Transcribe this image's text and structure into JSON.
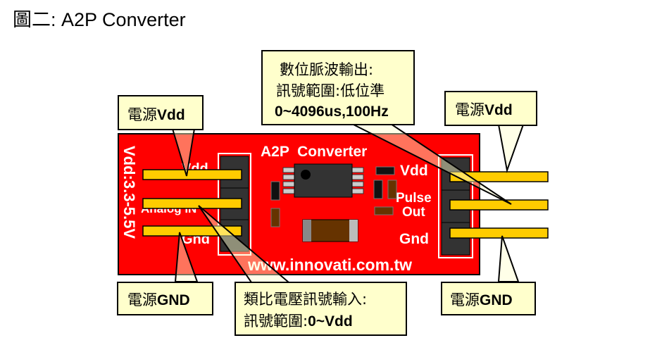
{
  "title": "圖二: A2P Converter",
  "colors": {
    "board": "#ff0000",
    "pin": "#ffcc00",
    "callout_fill": "#ffffcc",
    "header": "#333333",
    "chip": "#333333"
  },
  "board": {
    "name": "A2P  Converter",
    "website": "www.innovati.com.tw",
    "vertical_label": "Vdd:3.3-5.5V",
    "left_pins": [
      "Vdd",
      "Analog IN",
      "Gnd"
    ],
    "right_pins": [
      "Vdd",
      "Pulse",
      "Out",
      "Gnd"
    ]
  },
  "callouts": {
    "top_left_vdd": {
      "prefix": "電源",
      "suffix": "Vdd"
    },
    "top_right_vdd": {
      "prefix": "電源",
      "suffix": "Vdd"
    },
    "bottom_left_gnd": {
      "prefix": "電源",
      "suffix": "GND"
    },
    "bottom_right_gnd": {
      "prefix": "電源",
      "suffix": "GND"
    },
    "pulse_output": {
      "line1": "數位脈波輸出:",
      "line2": "訊號範圍:低位準",
      "line3": "0~4096us,100Hz"
    },
    "analog_input": {
      "line1": "類比電壓訊號輸入:",
      "line2_prefix": "訊號範圍:",
      "line2_suffix": "0~Vdd"
    }
  }
}
